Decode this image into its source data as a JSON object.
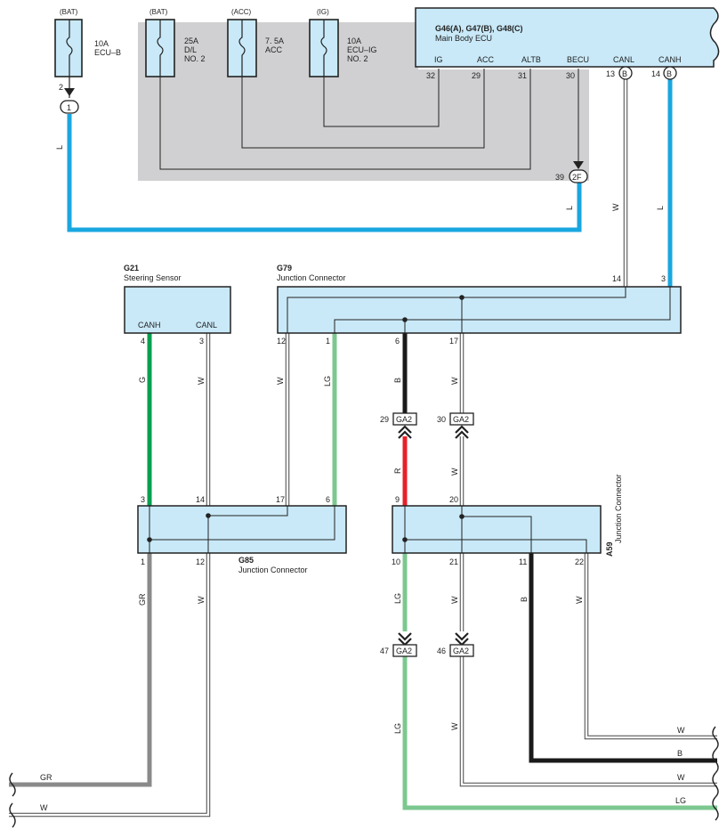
{
  "colors": {
    "L": "#1aa7e0",
    "G": "#00a050",
    "LG": "#7cc890",
    "B": "#1a1a1a",
    "R": "#e8202a",
    "GR": "#8a8a8a",
    "W_outline": "#444444",
    "component_fill": "#c9e9f8",
    "shaded_area": "#d0d0d2"
  },
  "fuses": [
    {
      "source": "(BAT)",
      "rating": "10A",
      "name_lines": [
        "ECU–B"
      ]
    },
    {
      "source": "(BAT)",
      "rating": "25A",
      "name_lines": [
        "D/L",
        "NO. 2"
      ]
    },
    {
      "source": "(ACC)",
      "rating": "7. 5A",
      "name_lines": [
        "ACC"
      ]
    },
    {
      "source": "(IG)",
      "rating": "10A",
      "name_lines": [
        "ECU–IG",
        "NO. 2"
      ]
    }
  ],
  "ecu": {
    "code": "G46(A), G47(B), G48(C)",
    "name": "Main Body ECU",
    "pins": [
      {
        "label": "IG",
        "number": "32"
      },
      {
        "label": "ACC",
        "number": "29"
      },
      {
        "label": "ALTB",
        "number": "31"
      },
      {
        "label": "BECU",
        "number": "30"
      },
      {
        "label": "CANL",
        "number": "13",
        "connector": "B"
      },
      {
        "label": "CANH",
        "number": "14",
        "connector": "B"
      }
    ]
  },
  "connectors": {
    "pin2": "2",
    "conn1": "1",
    "pin39": "39",
    "conn2F": "2F"
  },
  "g21": {
    "code": "G21",
    "name": "Steering Sensor",
    "pins": [
      {
        "label": "CANH",
        "number": "4"
      },
      {
        "label": "CANL",
        "number": "3"
      }
    ]
  },
  "g79": {
    "code": "G79",
    "name": "Junction Connector",
    "pins": {
      "p14": "14",
      "p3": "3",
      "p12": "12",
      "p1": "1",
      "p6": "6",
      "p17": "17"
    }
  },
  "g85": {
    "code": "G85",
    "name": "Junction Connector",
    "pins": {
      "p3": "3",
      "p14": "14",
      "p17": "17",
      "p6": "6",
      "p1": "1",
      "p12": "12"
    }
  },
  "a59": {
    "code": "A59",
    "name": "Junction Connector",
    "pins": {
      "p9": "9",
      "p20": "20",
      "p10": "10",
      "p21": "21",
      "p11": "11",
      "p22": "22"
    }
  },
  "ga2": {
    "label": "GA2",
    "upper": [
      {
        "number": "29"
      },
      {
        "number": "30"
      }
    ],
    "lower": [
      {
        "number": "47"
      },
      {
        "number": "46"
      }
    ]
  },
  "wire_labels": {
    "w_l_left": "L",
    "w_l_2f": "L",
    "w_canl_ecu": "W",
    "w_canh_ecu": "L",
    "w_g21_canh": "G",
    "w_g21_canl": "W",
    "w_g79_12": "W",
    "w_g79_1": "LG",
    "w_g79_6": "B",
    "w_g79_17": "W",
    "w_red": "R",
    "w_a59_20": "W",
    "w_g85_1": "GR",
    "w_g85_12": "W",
    "w_a59_10": "LG",
    "w_a59_21": "W",
    "w_a59_11": "B",
    "w_a59_22": "W",
    "w_lower_lg": "LG",
    "w_lower_w": "W",
    "end_gr": "GR",
    "end_w_left": "W",
    "end_w1": "W",
    "end_b": "B",
    "end_w2": "W",
    "end_lg": "LG"
  }
}
